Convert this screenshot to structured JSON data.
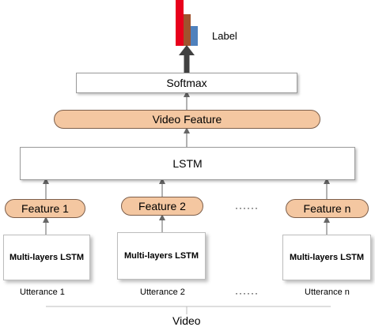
{
  "label": {
    "text": "Label"
  },
  "softmax": {
    "text": "Softmax"
  },
  "video_feature": {
    "text": "Video Feature"
  },
  "lstm": {
    "text": "LSTM"
  },
  "features": [
    {
      "text": "Feature 1"
    },
    {
      "text": "Feature 2"
    },
    {
      "text": "Feature n"
    }
  ],
  "ellipsis": {
    "text": "······"
  },
  "multi_lstm": [
    {
      "text": "Multi-layers LSTM"
    },
    {
      "text": "Multi-layers LSTM"
    },
    {
      "text": "Multi-layers LSTM"
    }
  ],
  "utterances": [
    {
      "text": "Utterance 1"
    },
    {
      "text": "Utterance 2"
    },
    {
      "text": "Utterance n"
    }
  ],
  "video": {
    "text": "Video"
  },
  "colors": {
    "bar_red": "#e8001c",
    "bar_brown": "#a0522d",
    "bar_blue": "#4f81bd",
    "pill_fill": "#f4c7a1",
    "arrow_dark": "#404040"
  }
}
